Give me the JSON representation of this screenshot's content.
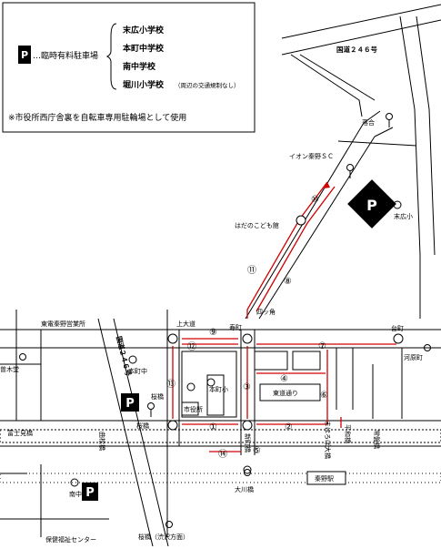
{
  "legend": {
    "parking_label": "…臨時有料駐車場",
    "lots": [
      "末広小学校",
      "本町中学校",
      "南中学校"
    ],
    "lot4_name": "堀川小学校",
    "lot4_note": "（周辺の交通規制なし）",
    "footnote": "※市役所西庁舎裏を自転車専用駐輪場として使用"
  },
  "roads": {
    "route246_top": "国道２４６号",
    "route246_left": "国道２４６号"
  },
  "places": {
    "ochiai": "落合",
    "aeon": "イオン秦野ＳＣ",
    "kodomo": "はだのこども館",
    "suehiro": "末広小",
    "totetsu": "東電秦野営業所",
    "kamiodo": "上大道",
    "kotobukicho": "寿町",
    "yotsukado": "四ッ角",
    "daimachi": "台町",
    "sakuramachi": "本町小",
    "city_hall": "市役所",
    "honcho_chu": "本町中",
    "sakurabashi1": "桜橋",
    "sakurabashi2": "桜橋",
    "sakurabashi3": "桜橋（渋沢方面）",
    "kaharacho": "河原町",
    "tonoyama": "富士見橋",
    "zaimokuza": "曲松橋",
    "tokiwa": "常盤橋",
    "heiwa": "平和橋",
    "tokiwa_l": "新町橋",
    "maebashi": "まほろば大橋",
    "okawa": "大川橋",
    "hadano_st": "秦野駅",
    "minami_chu": "南中",
    "hoken": "保健福祉センター",
    "kibei": "曽木堂",
    "higashi_dori": "東道通り",
    "P": "P"
  },
  "numbers": [
    "①",
    "②",
    "③",
    "④",
    "⑤",
    "⑥",
    "⑦",
    "⑧",
    "⑨",
    "⑩",
    "⑪",
    "⑫",
    "⑬",
    "⑭"
  ],
  "colors": {
    "route": "#d00000",
    "ink": "#000000"
  }
}
